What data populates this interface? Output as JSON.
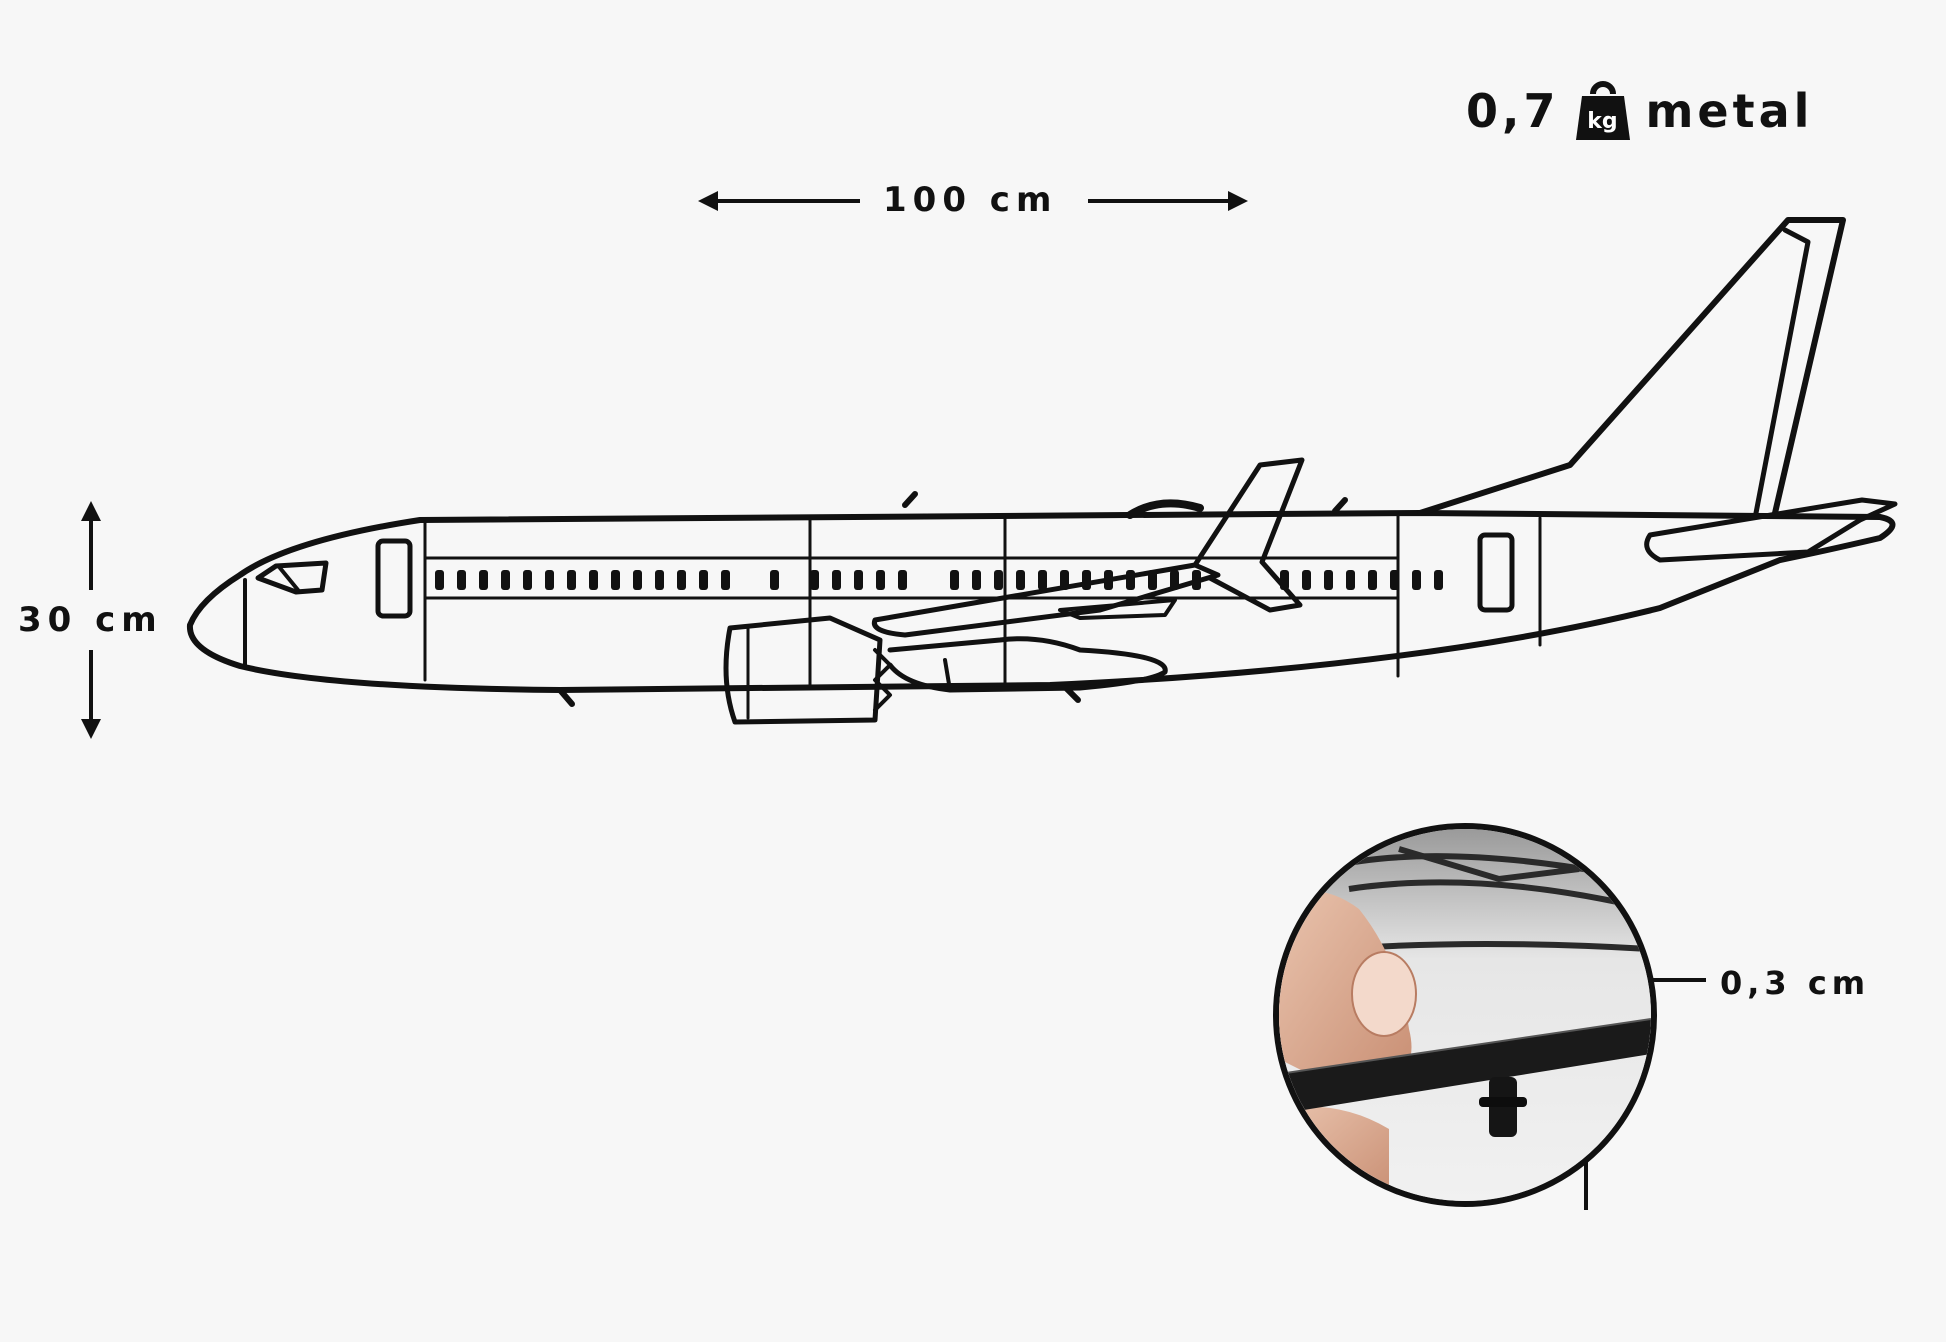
{
  "weight": {
    "value": "0,7",
    "unit_badge": "kg",
    "material": "metal",
    "icon": "weight-bag-icon"
  },
  "dimensions": {
    "width": "100 cm",
    "height": "30 cm",
    "thickness": "0,3 cm"
  },
  "colors": {
    "ink": "#111111",
    "background": "#f7f7f7",
    "skin": "#e8b49a"
  },
  "artwork": {
    "subject": "airplane-side-view-icon",
    "detail": "thickness-closeup-photo"
  }
}
